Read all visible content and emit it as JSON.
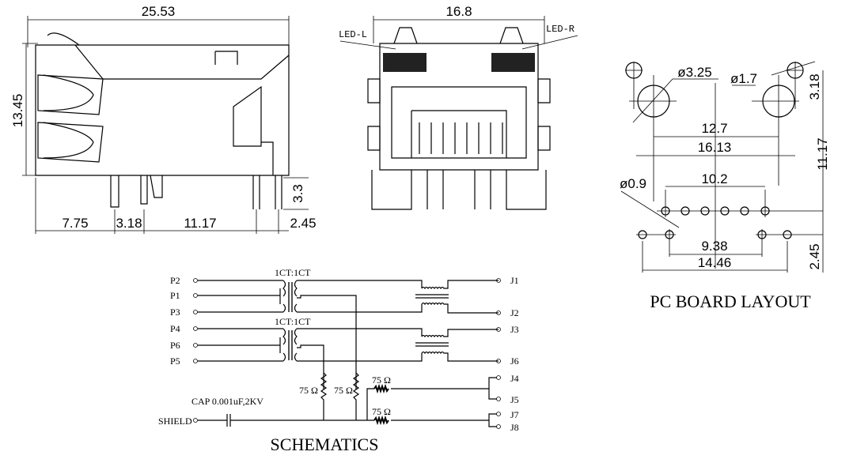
{
  "side_view": {
    "width": "25.53",
    "height": "13.45",
    "d1": "7.75",
    "d2": "3.18",
    "d3": "11.17",
    "d4": "2.45",
    "pin_len": "3.3"
  },
  "front_view": {
    "width": "16.8",
    "led_left": "LED-L",
    "led_right": "LED-R"
  },
  "pcb": {
    "title": "PC BOARD LAYOUT",
    "hole_large": "ø3.25",
    "hole_small": "ø1.7",
    "hole_pin": "ø0.9",
    "d_318": "3.18",
    "d_127": "12.7",
    "d_1613": "16.13",
    "d_1117": "11.17",
    "d_102": "10.2",
    "d_938": "9.38",
    "d_1446": "14.46",
    "d_245": "2.45"
  },
  "schematic": {
    "title": "SCHEMATICS",
    "ratio1": "1CT:1CT",
    "ratio2": "1CT:1CT",
    "left_pins": [
      "P2",
      "P1",
      "P3",
      "P4",
      "P6",
      "P5"
    ],
    "right_pins": [
      "J1",
      "J2",
      "J3",
      "J6",
      "J4",
      "J5",
      "J7",
      "J8"
    ],
    "shield": "SHIELD",
    "cap": "CAP 0.001uF,2KV",
    "resistor": "75 Ω"
  }
}
